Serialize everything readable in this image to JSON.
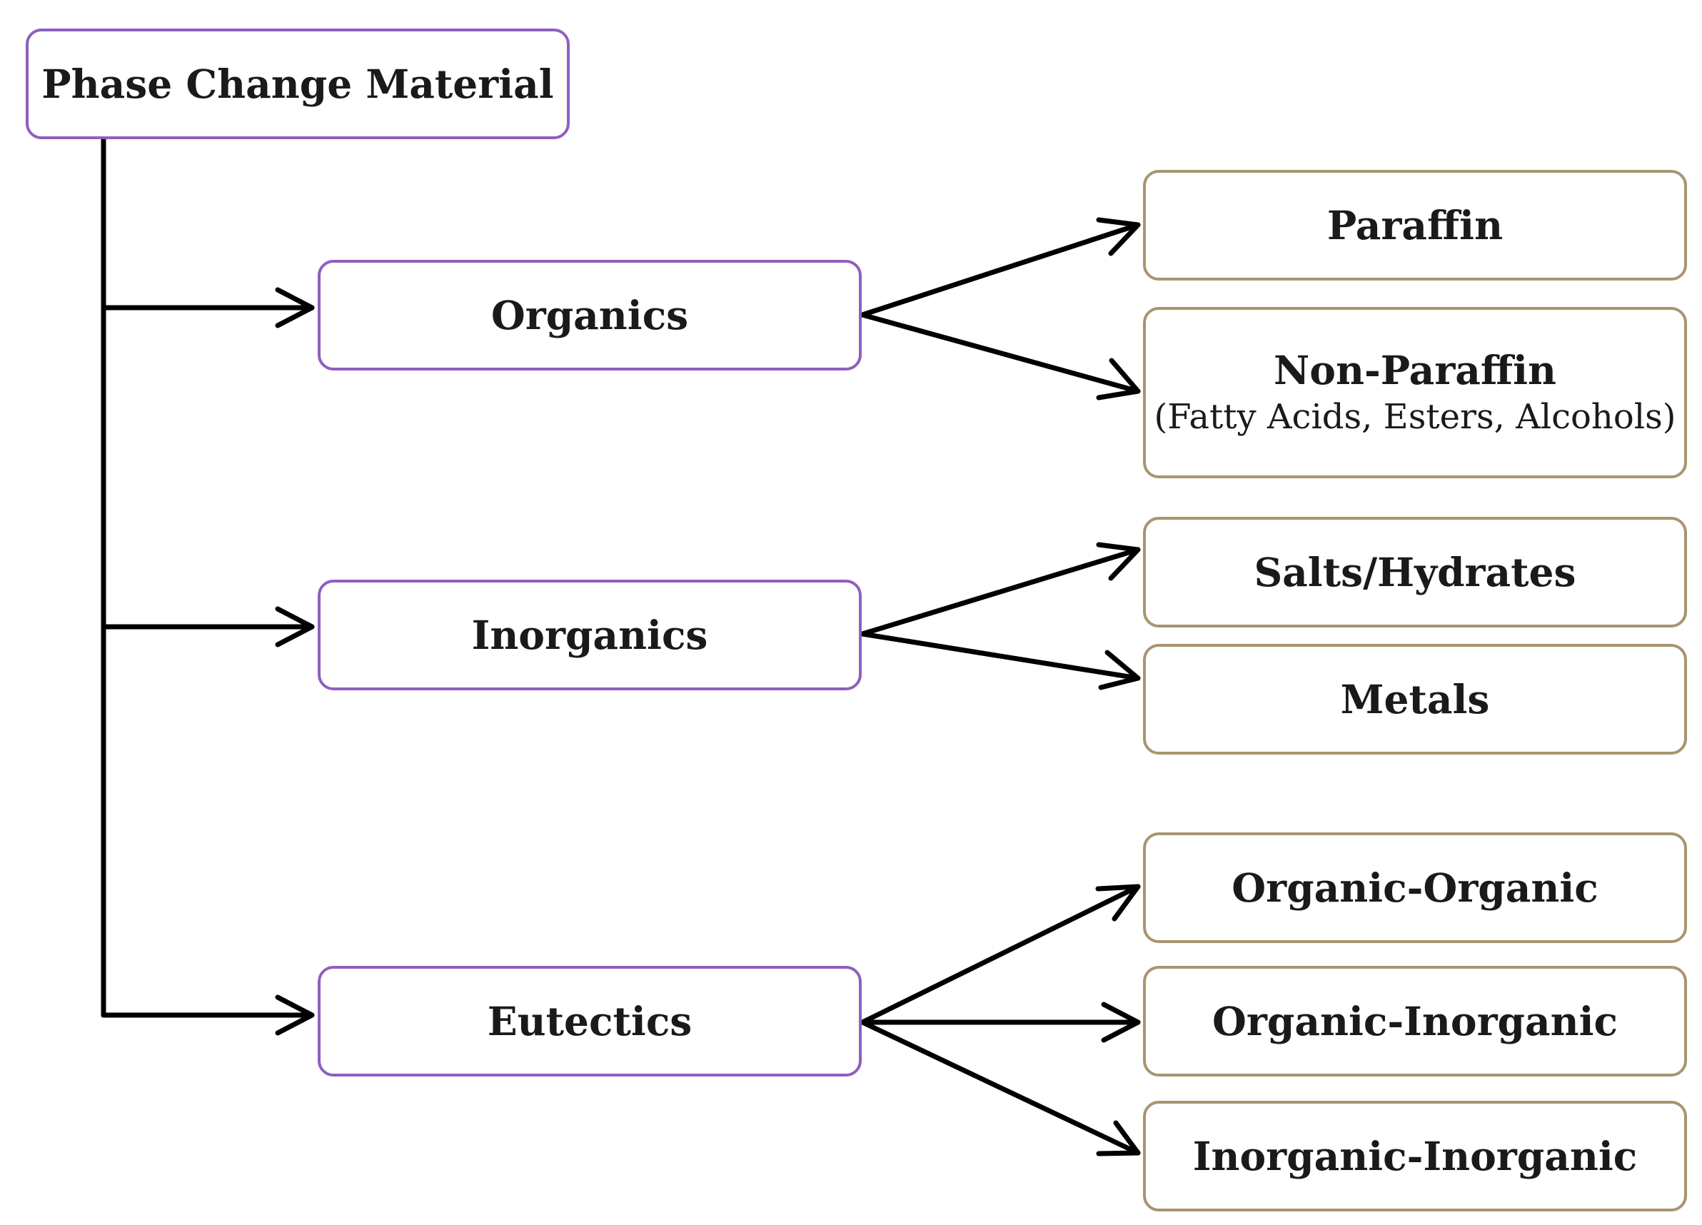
{
  "diagram": {
    "root": {
      "label": "Phase Change Material"
    },
    "categories": [
      {
        "label": "Organics",
        "children": [
          {
            "label": "Paraffin",
            "sublabel": ""
          },
          {
            "label": "Non-Paraffin",
            "sublabel": "(Fatty Acids, Esters, Alcohols)"
          }
        ]
      },
      {
        "label": "Inorganics",
        "children": [
          {
            "label": "Salts/Hydrates",
            "sublabel": ""
          },
          {
            "label": "Metals",
            "sublabel": ""
          }
        ]
      },
      {
        "label": "Eutectics",
        "children": [
          {
            "label": "Organic-Organic",
            "sublabel": ""
          },
          {
            "label": "Organic-Inorganic",
            "sublabel": ""
          },
          {
            "label": "Inorganic-Inorganic",
            "sublabel": ""
          }
        ]
      }
    ],
    "colors": {
      "primary_border": "#8f5fbf",
      "secondary_border": "#a8956e",
      "connector": "#000000"
    }
  }
}
